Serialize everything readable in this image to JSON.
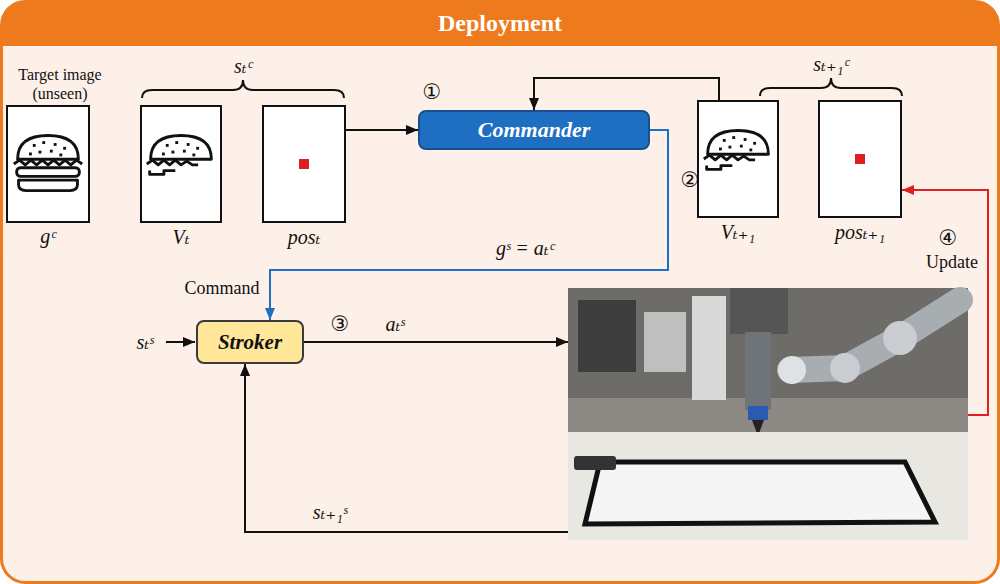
{
  "diagram": {
    "nodes": [
      {
        "text": [
          "Deployment"
        ]
      },
      {
        "text": [
          "Target image (unseen)",
          "gᶜ"
        ],
        "in": 0
      },
      {
        "text": [
          "Vₜ"
        ],
        "in": 0
      },
      {
        "text": [
          "posₜ"
        ],
        "in": 0
      },
      {
        "text": [
          "Commander"
        ],
        "in": 0
      },
      {
        "text": [
          "Stroker"
        ],
        "in": 0
      },
      {
        "text": [],
        "in": 0
      },
      {
        "text": [
          "Vₜ₊₁"
        ],
        "in": 0
      },
      {
        "text": [
          "posₜ₊₁"
        ],
        "in": 0
      }
    ],
    "edges": [
      {
        "from": 3,
        "to": 4,
        "arrow": "to"
      },
      {
        "from": 7,
        "to": 4,
        "arrow": "to"
      },
      {
        "from": 4,
        "to": 5,
        "label": "gˢ = aₜᶜ",
        "arrow": "to"
      },
      {
        "from": 5,
        "to": 6,
        "label": "aₜˢ",
        "arrow": "to"
      },
      {
        "from": 6,
        "to": 5,
        "label": "sₜ₊₁ˢ",
        "arrow": "to"
      },
      {
        "from": 6,
        "to": 8,
        "label": "Update",
        "arrow": "to"
      }
    ],
    "labels": [
      "sₜᶜ",
      "sₜ₊₁ᶜ",
      "①",
      "②",
      "③",
      "④",
      "Command",
      "sₜˢ"
    ]
  }
}
